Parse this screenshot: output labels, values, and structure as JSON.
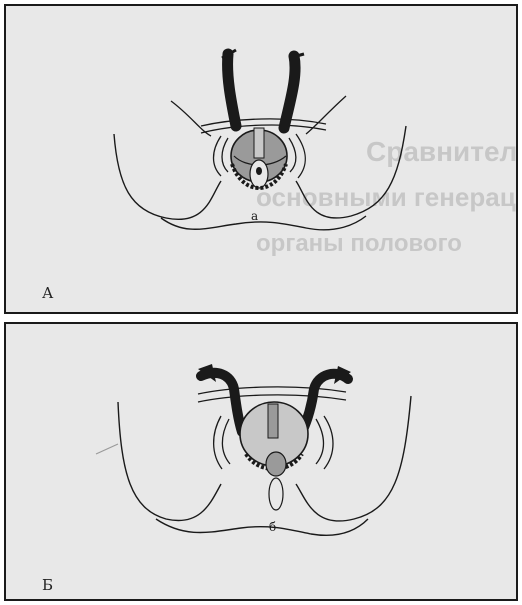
{
  "panels": [
    {
      "label": "А",
      "inner_mark": "а"
    },
    {
      "label": "Б",
      "inner_mark": "б"
    }
  ],
  "background_text_fragments": {
    "line1": "Сравнительна анатомия",
    "line2": "основными генерации",
    "line3": "органы полового"
  },
  "colors": {
    "panel_bg": "#e8e8e8",
    "ink": "#1a1a1a",
    "shade": "#9a9a9a",
    "light_shade": "#c8c8c8"
  }
}
